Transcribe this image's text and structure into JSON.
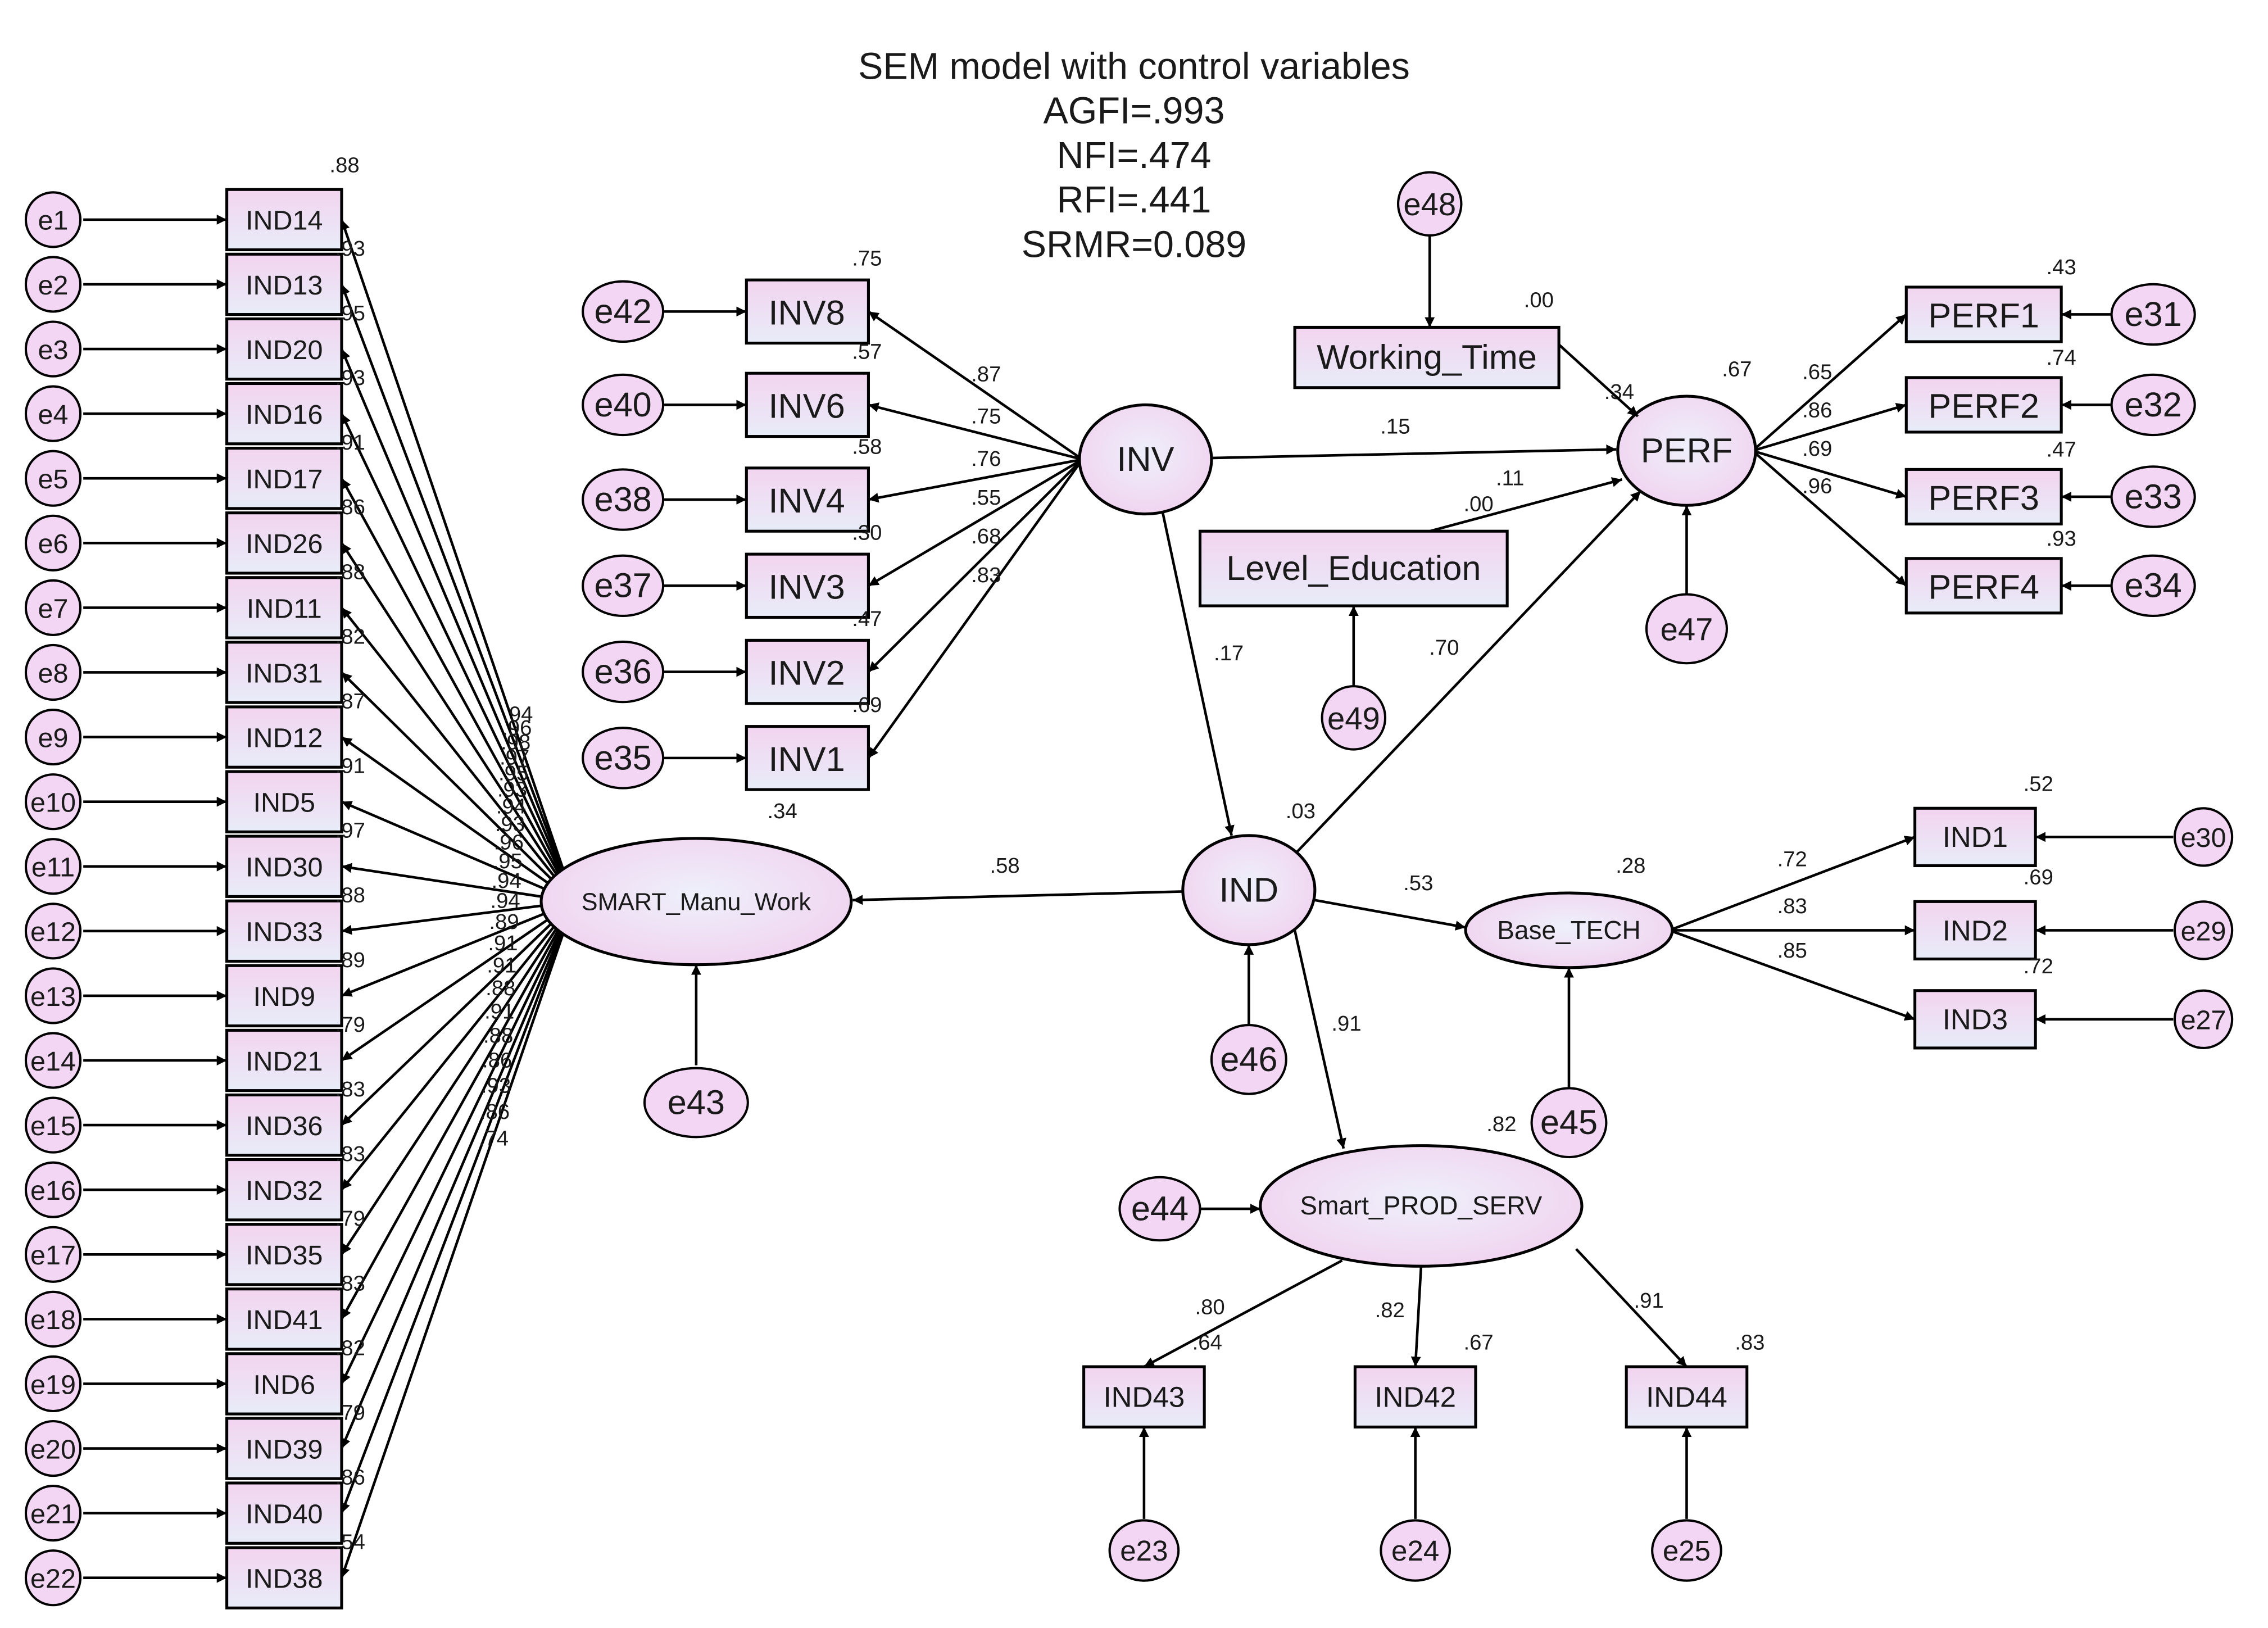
{
  "header": {
    "title": "SEM model with control variables",
    "stats": [
      "AGFI=.993",
      "NFI=.474",
      "RFI=.441",
      "SRMR=0.089"
    ]
  },
  "latents": {
    "SMART_Manu_Work": "SMART_Manu_Work",
    "INV": "INV",
    "PERF": "PERF",
    "IND": "IND",
    "Base_TECH": "Base_TECH",
    "Smart_PROD_SERV": "Smart_PROD_SERV"
  },
  "controls": {
    "Working_Time": "Working_Time",
    "Level_Education": "Level_Education"
  },
  "ind_column": {
    "items": [
      {
        "label": "IND14",
        "error": "e1"
      },
      {
        "label": "IND13",
        "error": "e2"
      },
      {
        "label": "IND20",
        "error": "e3"
      },
      {
        "label": "IND16",
        "error": "e4"
      },
      {
        "label": "IND17",
        "error": "e5"
      },
      {
        "label": "IND26",
        "error": "e6"
      },
      {
        "label": "IND11",
        "error": "e7"
      },
      {
        "label": "IND31",
        "error": "e8"
      },
      {
        "label": "IND12",
        "error": "e9"
      },
      {
        "label": "IND5",
        "error": "e10"
      },
      {
        "label": "IND30",
        "error": "e11"
      },
      {
        "label": "IND33",
        "error": "e12"
      },
      {
        "label": "IND9",
        "error": "e13"
      },
      {
        "label": "IND21",
        "error": "e14"
      },
      {
        "label": "IND36",
        "error": "e15"
      },
      {
        "label": "IND32",
        "error": "e16"
      },
      {
        "label": "IND35",
        "error": "e17"
      },
      {
        "label": "IND41",
        "error": "e18"
      },
      {
        "label": "IND6",
        "error": "e19"
      },
      {
        "label": "IND39",
        "error": "e20"
      },
      {
        "label": "IND40",
        "error": "e21"
      },
      {
        "label": "IND38",
        "error": "e22"
      }
    ],
    "r2": [
      ".88",
      ".93",
      ".95",
      ".93",
      ".91",
      ".86",
      ".88",
      ".82",
      ".87",
      ".91",
      ".97",
      ".88",
      ".89",
      ".79",
      ".83",
      ".83",
      ".79",
      ".83",
      ".82",
      ".79",
      ".86",
      ".54"
    ],
    "loadings": [
      ".94",
      ".96",
      ".98",
      ".97",
      ".95",
      ".93",
      ".94",
      ".93",
      ".96",
      ".95",
      ".94",
      ".94",
      ".89",
      ".91",
      ".91",
      ".88",
      ".91",
      ".88",
      ".86",
      ".93",
      ".86",
      ".74"
    ]
  },
  "inv_block": {
    "items": [
      {
        "label": "INV8",
        "error": "e42",
        "r2": ".75",
        "loading": ".87"
      },
      {
        "label": "INV6",
        "error": "e40",
        "r2": ".57",
        "loading": ".75"
      },
      {
        "label": "INV4",
        "error": "e38",
        "r2": ".58",
        "loading": ".76"
      },
      {
        "label": "INV3",
        "error": "e37",
        "r2": ".30",
        "loading": ".55"
      },
      {
        "label": "INV2",
        "error": "e36",
        "r2": ".47",
        "loading": ".68"
      },
      {
        "label": "INV1",
        "error": "e35",
        "r2": ".69",
        "loading": ".83"
      }
    ]
  },
  "perf_block": {
    "items": [
      {
        "label": "PERF1",
        "error": "e31",
        "r2": ".43",
        "loading": ".65"
      },
      {
        "label": "PERF2",
        "error": "e32",
        "r2": ".74",
        "loading": ".86"
      },
      {
        "label": "PERF3",
        "error": "e33",
        "r2": ".47",
        "loading": ".69"
      },
      {
        "label": "PERF4",
        "error": "e34",
        "r2": ".93",
        "loading": ".96"
      }
    ]
  },
  "base_block": {
    "items": [
      {
        "label": "IND1",
        "error": "e30",
        "r2": ".52",
        "loading": ".72"
      },
      {
        "label": "IND2",
        "error": "e29",
        "r2": ".69",
        "loading": ".83"
      },
      {
        "label": "IND3",
        "error": "e27",
        "r2": ".72",
        "loading": ".85"
      }
    ]
  },
  "sps_block": {
    "items": [
      {
        "label": "IND43",
        "error": "e23",
        "r2": ".64",
        "loading": ".80"
      },
      {
        "label": "IND42",
        "error": "e24",
        "r2": ".67",
        "loading": ".82"
      },
      {
        "label": "IND44",
        "error": "e25",
        "r2": ".83",
        "loading": ".91"
      }
    ]
  },
  "structural_errors": {
    "e43": "e43",
    "e44": "e44",
    "e45": "e45",
    "e46": "e46",
    "e47": "e47",
    "e48": "e48",
    "e49": "e49"
  },
  "structural_coefficients": {
    "inv_perf": ".15",
    "inv_ind": ".17",
    "ind_perf": ".70",
    "ind_smart": ".58",
    "ind_base": ".53",
    "ind_sps": ".91",
    "edu_perf": ".11",
    "wt_r2": ".00",
    "edu_r2": ".00",
    "perf_r2_a": ".67",
    "perf_r2_b": ".34",
    "smart_r2": ".34",
    "ind_r2": ".03",
    "base_r2": ".28",
    "sps_r2": ".82"
  },
  "colors": {
    "node_fill": "#f3d6f3",
    "box_fill_top": "#f3d4f0",
    "box_fill_bottom": "#e8ecf8",
    "line": "#000000"
  }
}
